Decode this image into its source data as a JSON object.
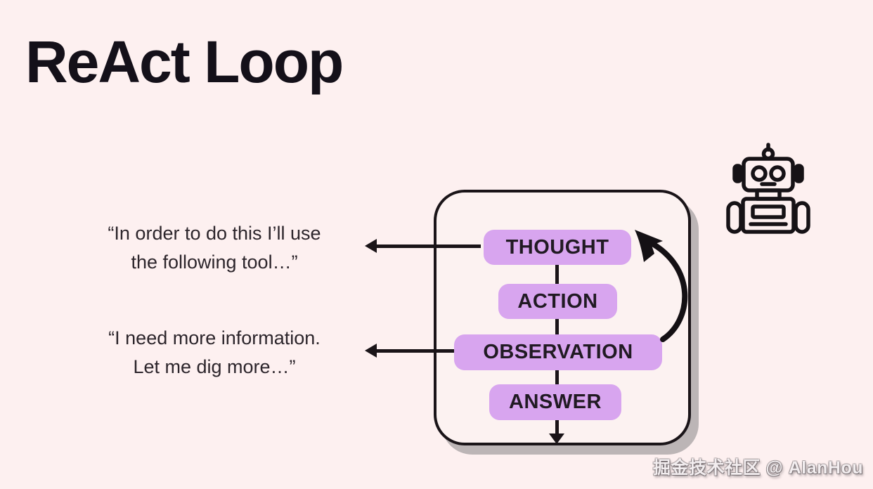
{
  "title": "ReAct Loop",
  "diagram": {
    "steps": [
      {
        "id": "thought",
        "label": "THOUGHT"
      },
      {
        "id": "action",
        "label": "ACTION"
      },
      {
        "id": "observation",
        "label": "OBSERVATION"
      },
      {
        "id": "answer",
        "label": "ANSWER"
      }
    ],
    "loop_back": {
      "from": "OBSERVATION",
      "to": "THOUGHT"
    }
  },
  "quotes": [
    {
      "line1": "“In order to do this I’ll use",
      "line2": "the following tool…”",
      "points_to": "THOUGHT"
    },
    {
      "line1": "“I need more information.",
      "line2": "Let me dig more…”",
      "points_to": "OBSERVATION"
    }
  ],
  "icons": {
    "robot": "robot-outline-icon"
  },
  "watermark": "掘金技术社区 @ AlanHou",
  "colors": {
    "background": "#fdf0f0",
    "pill": "#d8a5ef",
    "ink": "#1a1418",
    "box_shadow": "#bcb5b6"
  }
}
